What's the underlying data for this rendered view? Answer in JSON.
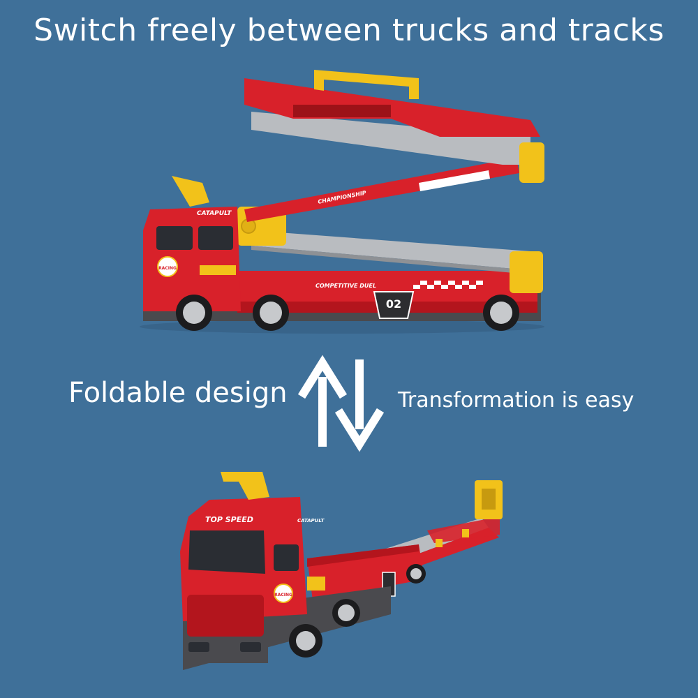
{
  "headline": "Switch freely between trucks and tracks",
  "labels": {
    "left": "Foldable design",
    "right": "Transformation is easy"
  },
  "truck_top": {
    "cab_text": "CATAPULT",
    "badge": "RACING",
    "upper_rail_text": "CHAMPIONSHIP",
    "lower_rail_text": "COMPETITIVE DUEL",
    "number_badge": "02"
  },
  "truck_bottom": {
    "cab_text": "CATAPULT",
    "top_text": "TOP SPEED",
    "badge": "RACING"
  },
  "colors": {
    "background": "#3f7099",
    "truck_red": "#d8212a",
    "truck_dark": "#4a4a4e",
    "accent_yellow": "#f2c21a",
    "rail_gray": "#b9bcc0"
  },
  "icons": [
    "up-arrow-icon",
    "down-arrow-icon"
  ]
}
